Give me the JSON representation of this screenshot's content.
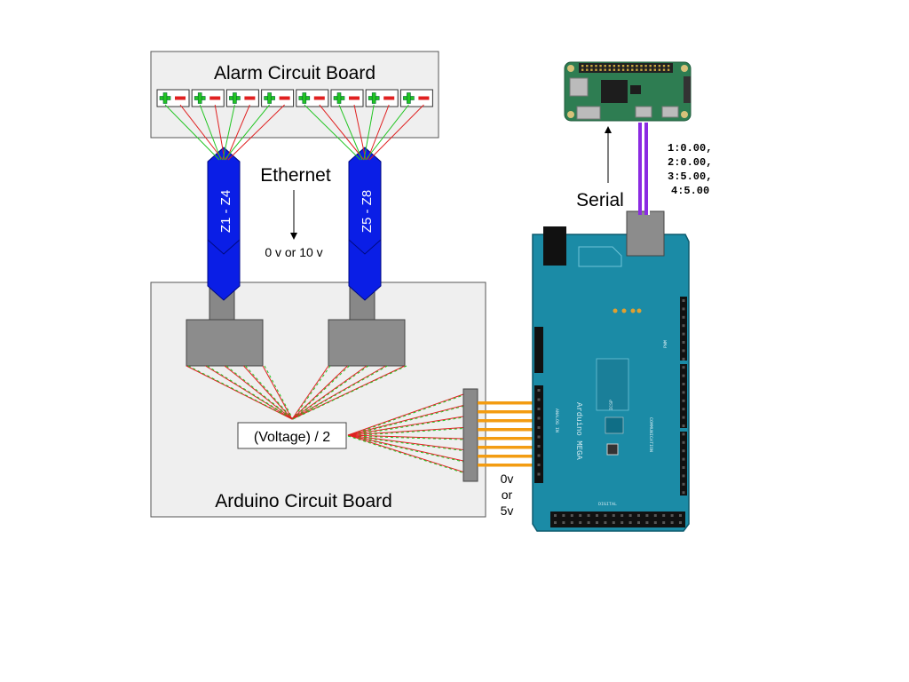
{
  "alarm_board": {
    "title": "Alarm Circuit Board",
    "terminal_count": 8
  },
  "arduino_board": {
    "title": "Arduino Circuit Board"
  },
  "ethernet": {
    "label": "Ethernet",
    "voltage": "0 v or 10 v"
  },
  "cables": [
    {
      "label": "Z1 - Z4"
    },
    {
      "label": "Z5 - Z8"
    }
  ],
  "divider": {
    "label": "(Voltage) / 2"
  },
  "logic_level": {
    "line1": "0v",
    "line2": "or",
    "line3": "5v"
  },
  "serial": {
    "label": "Serial"
  },
  "serial_data": {
    "lines": [
      "1:0.00,",
      "2:0.00,",
      "3:5.00,",
      "4:5.00"
    ]
  },
  "mega_silkscreen": {
    "name": "Arduino MEGA",
    "analog": "ANALOG IN",
    "comm": "COMMUNICATION",
    "digital": "DIGITAL",
    "icsp": "ICSP",
    "pwm": "PWM"
  },
  "colors": {
    "cable_blue": "#0a1ee6",
    "board_teal": "#1b8ba6",
    "pi_green": "#2e7d52",
    "wire_orange": "#f39c12",
    "wire_purple": "#8b2be2",
    "wire_red": "#e02020",
    "wire_green": "#22c522"
  }
}
